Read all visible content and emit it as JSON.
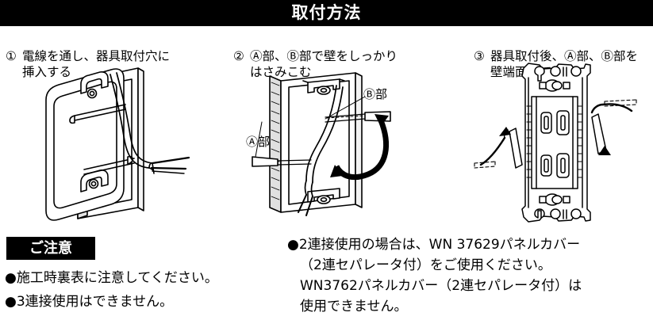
{
  "header": {
    "title": "取付方法"
  },
  "steps": [
    {
      "number": "①",
      "text": "電線を通し、器具取付穴に\n挿入する",
      "figure_name": "mounting-frame-with-wires-diagram"
    },
    {
      "number": "②",
      "text": "Ⓐ部、Ⓑ部で壁をしっかり\nはさみこむ",
      "figure_name": "wall-clamp-diagram"
    },
    {
      "number": "③",
      "text": "器具取付後、Ⓐ部、Ⓑ部を\n壁端面まで戻す",
      "figure_name": "outlet-installed-diagram"
    }
  ],
  "callouts": {
    "part_a": "Ⓐ部",
    "part_b": "Ⓑ部"
  },
  "notice": {
    "box_label": "ご注意",
    "items": [
      "●施工時裏表に注意してください。",
      "●3連接使用はできません。"
    ]
  },
  "right_notes": {
    "lines": [
      "●2連接使用の場合は、WN 37629パネルカバー",
      "（2連セパレータ付）をご使用ください。",
      "WN3762パネルカバー（2連セパレータ付）は",
      "使用できません。"
    ]
  },
  "colors": {
    "bar_background": "#000000",
    "bar_text": "#ffffff",
    "page_background": "#ffffff",
    "line": "#000000"
  }
}
